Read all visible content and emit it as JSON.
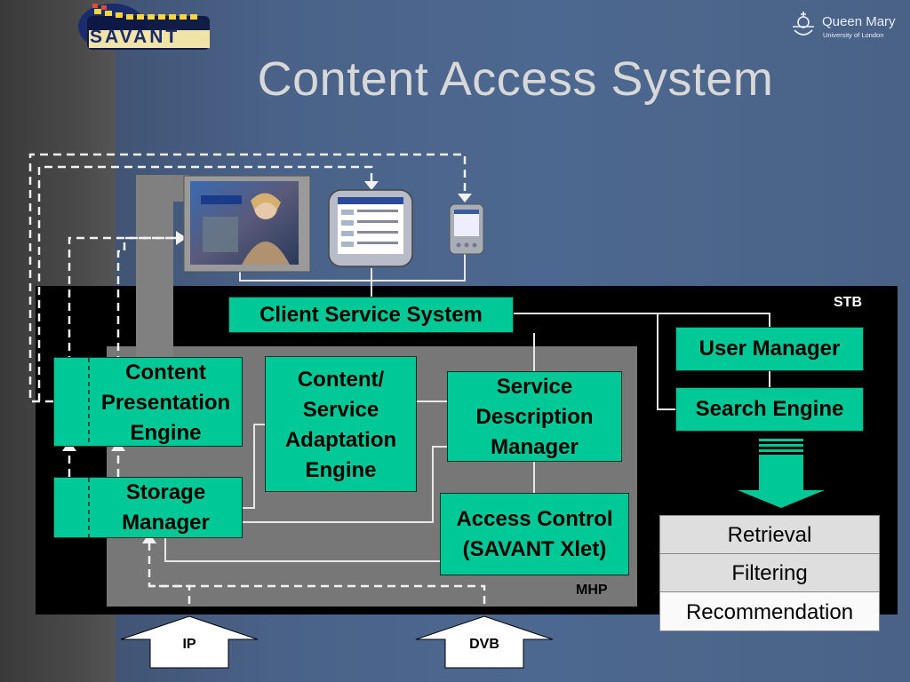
{
  "title": "Content Access System",
  "logo": {
    "text": "SAVANT"
  },
  "university": {
    "name": "Queen Mary",
    "subtitle": "University of London"
  },
  "containers": {
    "stb": "STB",
    "mhp": "MHP"
  },
  "components": {
    "client_service_system": "Client Service System",
    "user_manager": "User Manager",
    "search_engine": "Search Engine",
    "content_presentation_engine": [
      "Content",
      "Presentation",
      "Engine"
    ],
    "content_service_adaptation_engine": [
      "Content/",
      "Service",
      "Adaptation",
      "Engine"
    ],
    "service_description_manager": [
      "Service",
      "Description",
      "Manager"
    ],
    "storage_manager": [
      "Storage",
      "Manager"
    ],
    "access_control": [
      "Access Control",
      "(SAVANT Xlet)"
    ]
  },
  "functions": [
    "Retrieval",
    "Filtering",
    "Recommendation"
  ],
  "inputs": [
    "IP",
    "DVB"
  ],
  "colors": {
    "component": "#00c896",
    "stb": "#000000",
    "mhp": "#777777",
    "background": "#4a6288"
  }
}
